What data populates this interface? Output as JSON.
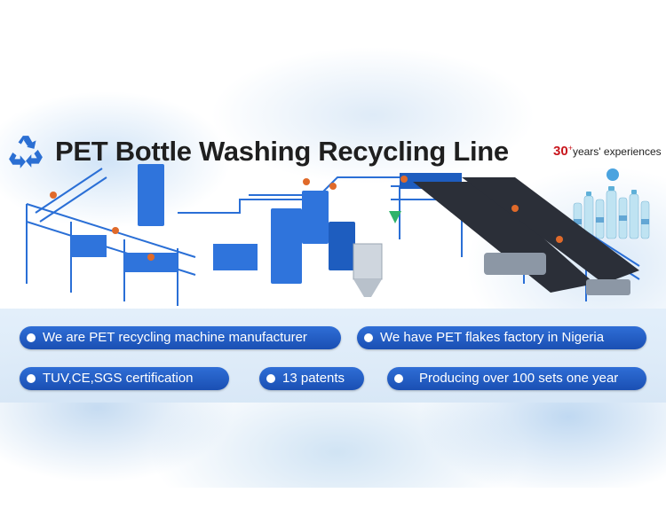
{
  "banner": {
    "title": "PET Bottle Washing Recycling Line",
    "experience": {
      "number": "30",
      "plus": "+",
      "text": "years' experiences"
    },
    "features": [
      "We are PET recycling machine manufacturer",
      "We have PET flakes factory  in Nigeria",
      "TUV,CE,SGS certification",
      "13 patents",
      "Producing over 100 sets one year"
    ],
    "colors": {
      "pill": "#1f5ec8",
      "accent_red": "#c8161d",
      "machine_blue": "#2a6fd6"
    },
    "icons": [
      "recycle-icon",
      "bottles-image",
      "machine-illustration"
    ]
  }
}
